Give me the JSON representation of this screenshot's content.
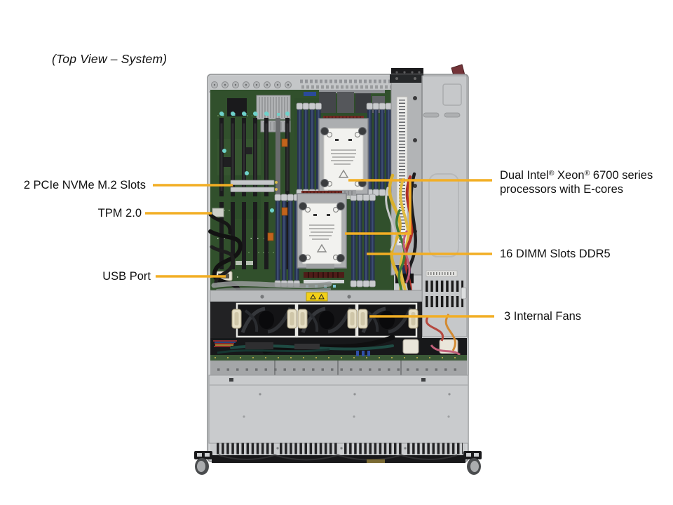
{
  "title": "(Top View – System)",
  "callouts": {
    "m2_slots": "2 PCIe NVMe M.2 Slots",
    "tpm": "TPM 2.0",
    "usb_port": "USB Port",
    "xeon": {
      "part1": "Dual Intel",
      "reg1": "®",
      "part2": " Xeon",
      "reg2": "®",
      "part3": " 6700 series",
      "line2": "processors with E-cores"
    },
    "dimm_slots": "16 DIMM Slots DDR5",
    "internal_fans": "3 Internal Fans"
  },
  "colors": {
    "callout_line": "#F2AE24",
    "motherboard_green": "#31502C",
    "chassis_grey": "#C9CBCD",
    "dimm_slot_navy": "#26324E"
  }
}
